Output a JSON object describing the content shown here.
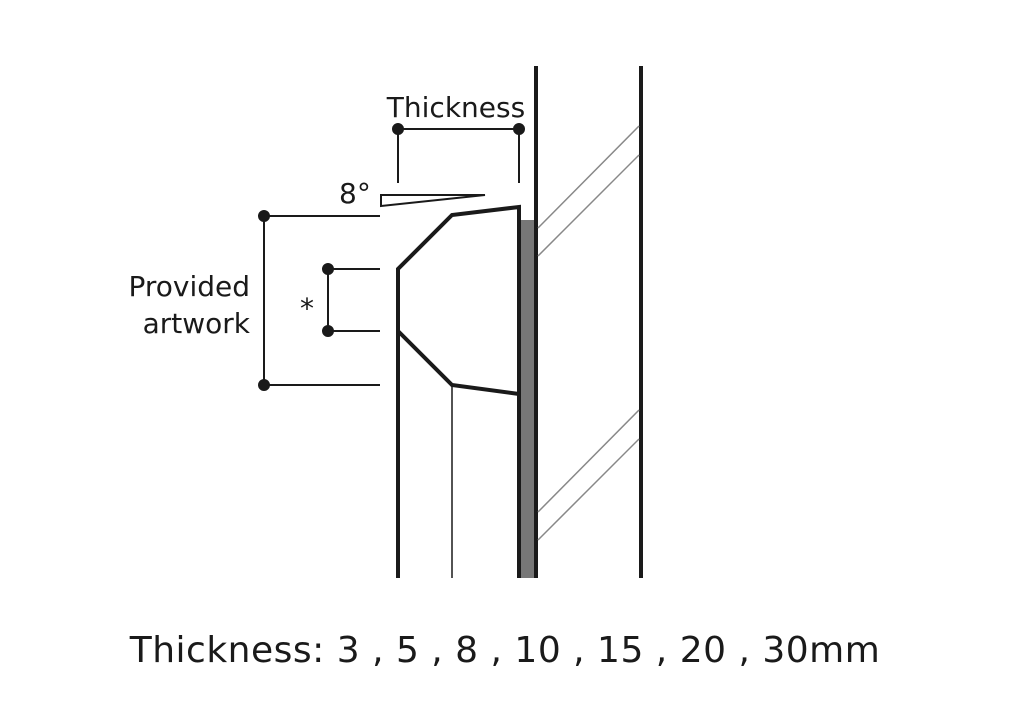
{
  "labels": {
    "thickness": "Thickness",
    "angle": "8°",
    "provided_line1": "Provided",
    "provided_line2": "artwork",
    "asterisk": "*"
  },
  "caption": "Thickness: 3 , 5 , 8 , 10 , 15 , 20 , 30mm",
  "colors": {
    "line": "#1a1a1a",
    "backing": "#777777",
    "hatch": "#888888"
  }
}
